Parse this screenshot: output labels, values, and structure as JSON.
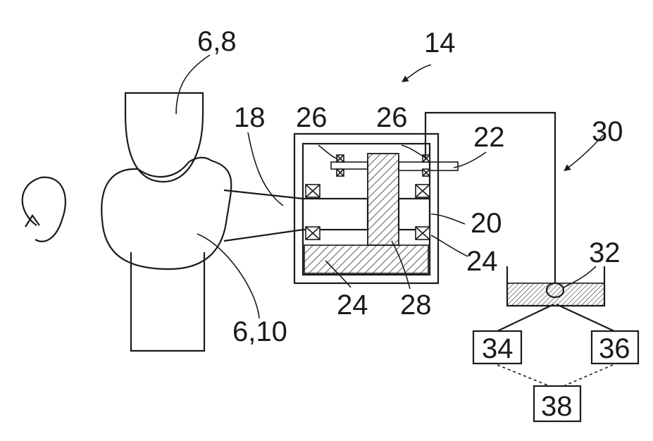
{
  "labels": {
    "l_6_8": "6,8",
    "l_14": "14",
    "l_18": "18",
    "l_26a": "26",
    "l_26b": "26",
    "l_22": "22",
    "l_30": "30",
    "l_20": "20",
    "l_32": "32",
    "l_24a": "24",
    "l_24b": "24",
    "l_28": "28",
    "l_6_10": "6,10",
    "l_34": "34",
    "l_36": "36",
    "l_38": "38"
  }
}
